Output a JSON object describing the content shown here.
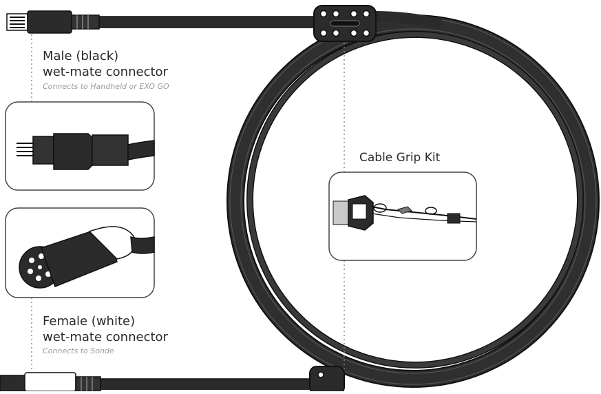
{
  "labels": {
    "male_title_line1": "Male (black)",
    "male_title_line2": "wet-mate connector",
    "male_subtitle": "Connects to Handheld or EXO GO",
    "female_title_line1": "Female (white)",
    "female_title_line2": "wet-mate connector",
    "female_subtitle": "Connects to Sonde",
    "cable_grip_title": "Cable Grip Kit"
  },
  "colors": {
    "cable": "#2b2b2b",
    "cable_edge": "#111111",
    "connector_white": "#ffffff",
    "callout_border": "#444444",
    "dotted_line": "#8a8a8a",
    "text": "#2a2a2a",
    "subtitle": "#9a9a9a"
  }
}
